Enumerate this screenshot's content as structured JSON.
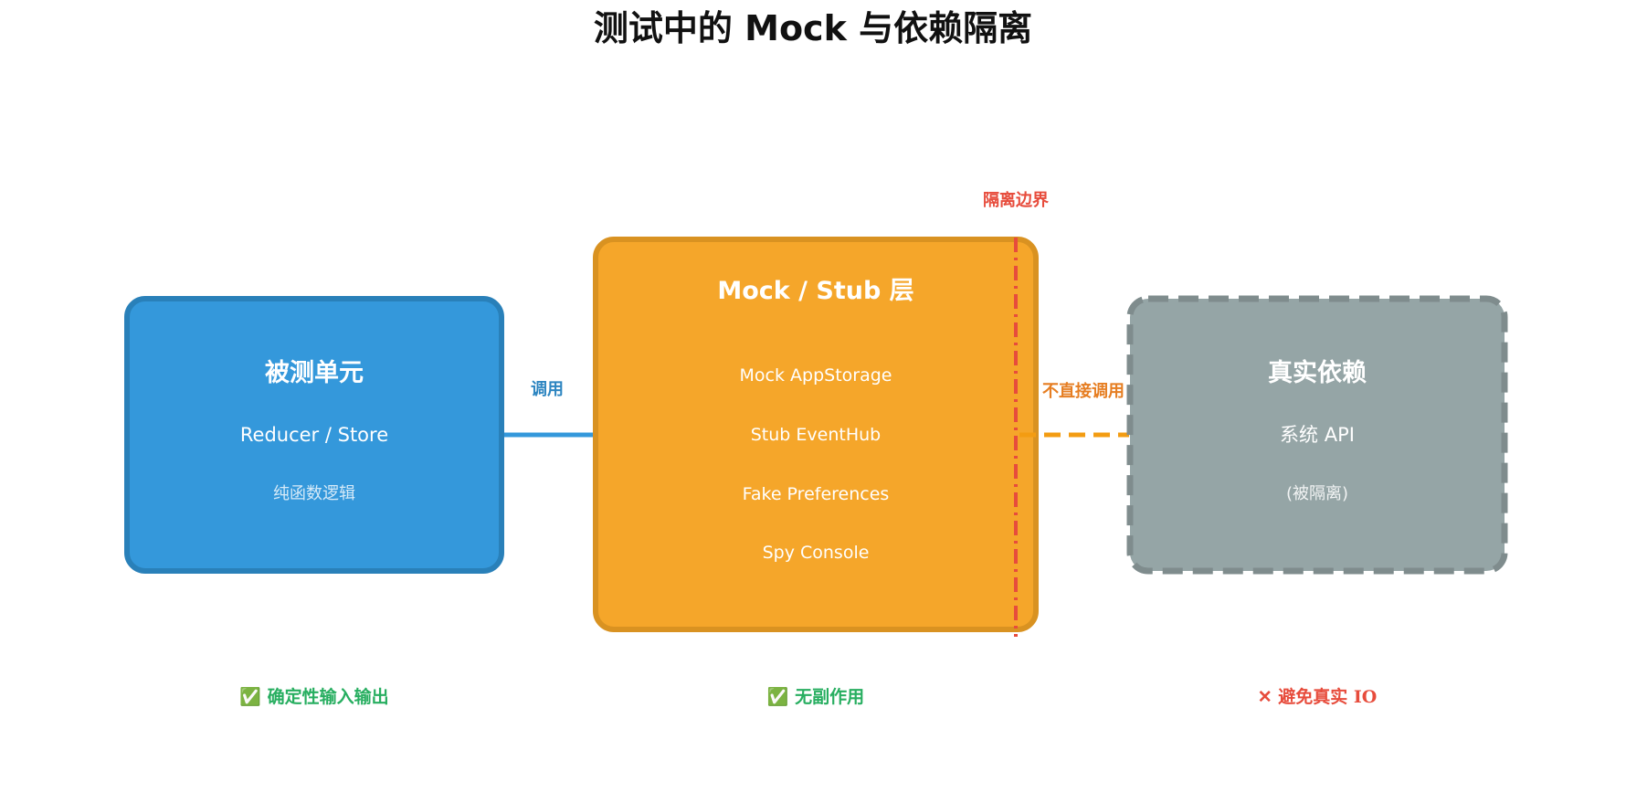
{
  "title": "测试中的 Mock 与依赖隔离",
  "colors": {
    "unit": "#3498db",
    "unit_border": "#2980b9",
    "mock": "#f5a62a",
    "mock_border": "#d99221",
    "real": "#95a5a6",
    "real_border": "#7f8c8d",
    "boundary": "#e74c3c",
    "call_arrow": "#3498db",
    "indirect_arrow": "#f39c12",
    "ok": "#27ae60",
    "bad": "#e74c3c"
  },
  "unit_box": {
    "title": "被测单元",
    "line1": "Reducer / Store",
    "line2": "纯函数逻辑"
  },
  "mock_box": {
    "title": "Mock / Stub 层",
    "items": [
      "Mock AppStorage",
      "Stub EventHub",
      "Fake Preferences",
      "Spy Console"
    ]
  },
  "real_box": {
    "title": "真实依赖",
    "line1": "系统 API",
    "line2": "(被隔离)"
  },
  "boundary_label": "隔离边界",
  "call_label": "调用",
  "indirect_label": "不直接调用",
  "footer": {
    "unit": "✅ 确定性输入输出",
    "mock": "✅ 无副作用",
    "real": "✕ 避免真实 IO"
  }
}
